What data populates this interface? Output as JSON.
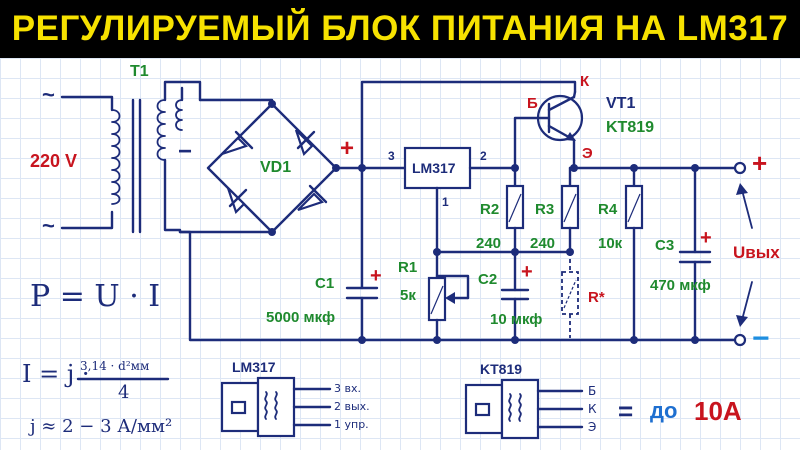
{
  "title": "РЕГУЛИРУЕМЫЙ БЛОК ПИТАНИЯ НА LM317",
  "colors": {
    "banner_bg": "#000000",
    "banner_text": "#f7e200",
    "ink_blue": "#1d2c7a",
    "label_red": "#c8141e",
    "value_green": "#1f8a2e"
  },
  "input": {
    "voltage": "220 V",
    "tilde_top": "~",
    "tilde_bottom": "~"
  },
  "transformer": {
    "ref": "T1",
    "minus": "−"
  },
  "bridge": {
    "ref": "VD1",
    "plus": "+"
  },
  "regulator": {
    "name": "LM317",
    "pin_in": "3",
    "pin_out": "2",
    "pin_adj": "1"
  },
  "transistor": {
    "ref": "VT1",
    "part": "KT819",
    "base": "Б",
    "collector": "К",
    "emitter": "Э"
  },
  "components": {
    "c1": {
      "ref": "C1",
      "value": "5000 мкф",
      "plus": "+"
    },
    "r1": {
      "ref": "R1",
      "value": "5к"
    },
    "r2": {
      "ref": "R2",
      "value": "240"
    },
    "r3": {
      "ref": "R3",
      "value": "240"
    },
    "c2": {
      "ref": "C2",
      "value": "10 мкф",
      "plus": "+"
    },
    "r_star": {
      "ref": "R*"
    },
    "r4": {
      "ref": "R4",
      "value": "10к"
    },
    "c3": {
      "ref": "C3",
      "value": "470 мкф",
      "plus": "+"
    }
  },
  "output": {
    "plus": "+",
    "minus": "−",
    "label": "Uвых"
  },
  "formulas": {
    "power": "P = U · I",
    "current_prefix": "I = j ·",
    "current_numerator": "3,14 · d²мм",
    "current_denominator": "4",
    "density": "j ≈ 2 − 3 А/мм²"
  },
  "lm317_pinout": {
    "name": "LM317",
    "pins": [
      "3 вх.",
      "2 вых.",
      "1 упр."
    ]
  },
  "kt819_pinout": {
    "name": "KT819",
    "pins": [
      "Б",
      "К",
      "Э"
    ],
    "note_eq": "=",
    "note_prefix": "до",
    "note_value": "10А"
  }
}
